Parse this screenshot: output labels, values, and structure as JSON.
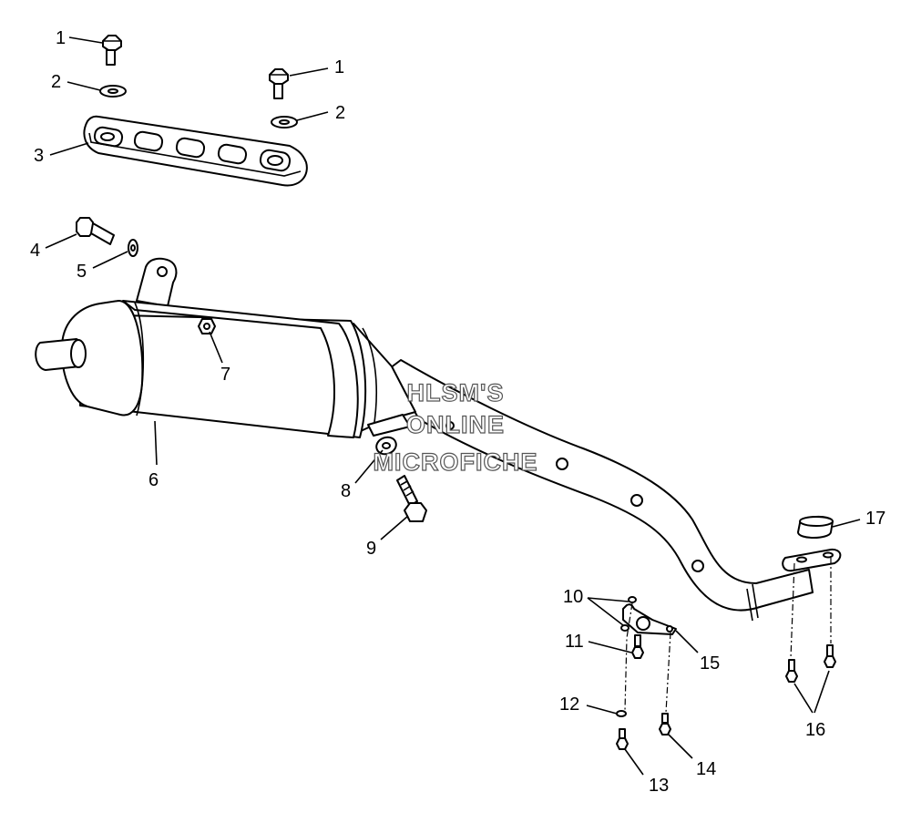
{
  "watermark": {
    "line1": "HLSM'S",
    "line2": "ONLINE",
    "line3": "MICROFICHE"
  },
  "callouts": {
    "c1a": "1",
    "c1b": "1",
    "c2a": "2",
    "c2b": "2",
    "c3": "3",
    "c4": "4",
    "c5": "5",
    "c6": "6",
    "c7": "7",
    "c8": "8",
    "c9": "9",
    "c10": "10",
    "c11": "11",
    "c12": "12",
    "c13": "13",
    "c14": "14",
    "c15": "15",
    "c16": "16",
    "c17": "17"
  }
}
